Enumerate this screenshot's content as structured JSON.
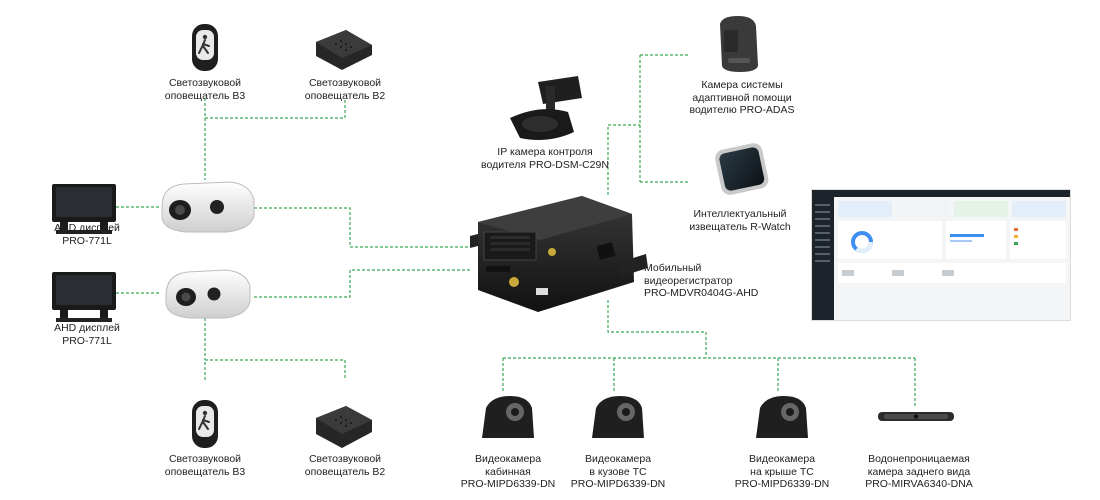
{
  "colors": {
    "connector": "#3aa655",
    "device": "#1c1c1c",
    "label": "#222222"
  },
  "devices": {
    "signal_b3_top": {
      "label": [
        "Светозвуковой",
        "оповещатель В3"
      ],
      "icon": "pedestrian-signal-icon"
    },
    "signal_b2_top": {
      "label": [
        "Светозвуковой",
        "оповещатель В2"
      ],
      "icon": "alarm-speaker-box-icon"
    },
    "dsm_camera": {
      "label": [
        "IP камера контроля",
        "водителя PRO-DSM-C29N"
      ],
      "icon": "driver-monitoring-camera-icon"
    },
    "adas_camera": {
      "label": [
        "Камера системы",
        "адаптивной помощи",
        "водителю PRO-ADAS"
      ],
      "icon": "adas-camera-icon"
    },
    "rwatch": {
      "label": [
        "Интеллектуальный",
        "извещатель R-Watch"
      ],
      "icon": "smart-watch-icon"
    },
    "display_top": {
      "label": [
        "AHD дисплей",
        "PRO-771L"
      ],
      "icon": "monitor-icon"
    },
    "display_bottom": {
      "label": [
        "AHD дисплей",
        "PRO-771L"
      ],
      "icon": "monitor-icon"
    },
    "dvr": {
      "label": [
        "Мобильный",
        "видеорегистратор",
        "PRO-MDVR0404G-AHD"
      ],
      "icon": "mobile-dvr-icon"
    },
    "signal_b3_bottom": {
      "label": [
        "Светозвуковой",
        "оповещатель В3"
      ],
      "icon": "pedestrian-signal-icon"
    },
    "signal_b2_bottom": {
      "label": [
        "Светозвуковой",
        "оповещатель В2"
      ],
      "icon": "alarm-speaker-box-icon"
    },
    "cam_cabin": {
      "label": [
        "Видеокамера",
        "кабинная",
        "PRO-MIPD6339-DN"
      ],
      "icon": "dome-camera-icon"
    },
    "cam_body": {
      "label": [
        "Видеокамера",
        "в кузове ТС",
        "PRO-MIPD6339-DN"
      ],
      "icon": "dome-camera-icon"
    },
    "cam_roof": {
      "label": [
        "Видеокамера",
        "на крыше ТС",
        "PRO-MIPD6339-DN"
      ],
      "icon": "dome-camera-icon"
    },
    "cam_rear": {
      "label": [
        "Водонепроницаемая",
        "камера заднего вида",
        "PRO-MIRVA6340-DNA"
      ],
      "icon": "rear-view-bar-camera-icon"
    }
  },
  "screenshot": {
    "icon": "monitoring-dashboard-screenshot-icon"
  }
}
